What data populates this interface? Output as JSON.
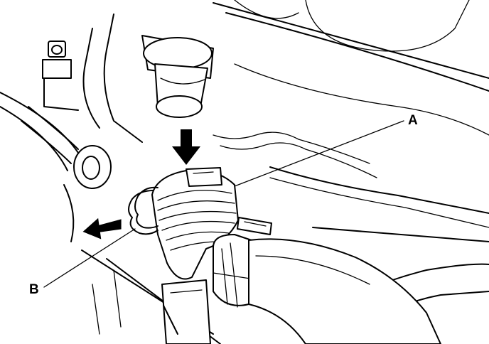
{
  "figure": {
    "callouts": [
      {
        "id": "A",
        "text": "A"
      },
      {
        "id": "B",
        "text": "B"
      }
    ]
  }
}
